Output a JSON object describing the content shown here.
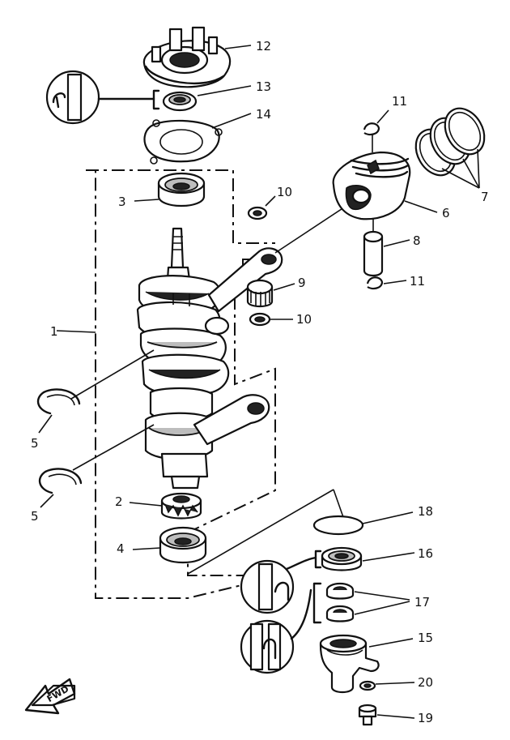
{
  "callouts": {
    "c1": "1",
    "c2": "2",
    "c3": "3",
    "c4": "4",
    "c5a": "5",
    "c5b": "5",
    "c6": "6",
    "c7": "7",
    "c8": "8",
    "c9": "9",
    "c10a": "10",
    "c10b": "10",
    "c11a": "11",
    "c11b": "11",
    "c12": "12",
    "c13": "13",
    "c14": "14",
    "c15": "15",
    "c16": "16",
    "c17": "17",
    "c18": "18",
    "c19": "19",
    "c20": "20"
  },
  "fwd_label": "FWD"
}
